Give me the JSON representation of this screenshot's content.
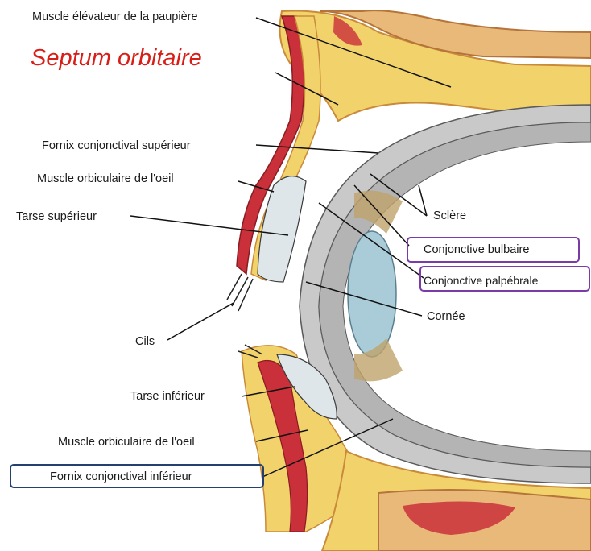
{
  "title": "Septum orbitaire",
  "labels": {
    "muscle_elevateur": "Muscle élévateur de la paupière",
    "fornix_superieur": "Fornix conjonctival supérieur",
    "orbiculaire_superieur": "Muscle orbiculaire de l'oeil",
    "tarse_superieur": "Tarse supérieur",
    "cils": "Cils",
    "tarse_inferieur": "Tarse inférieur",
    "orbiculaire_inferieur": "Muscle orbiculaire de l'oeil",
    "fornix_inferieur": "Fornix conjonctival inférieur",
    "sclere": "Sclère",
    "conjonctive_bulbaire": "Conjonctive bulbaire",
    "conjonctive_palpebrale": "Conjonctive palpébrale",
    "cornee": "Cornée"
  },
  "colors": {
    "title": "#d91e18",
    "highlight_purple": "#7a3aa8",
    "highlight_blue": "#24406e",
    "fat_yellow": "#f2d36b",
    "muscle_red": "#c9303a",
    "bone_tan": "#e9b97a",
    "sclera_gray": "#c9c9c9",
    "lens_blue": "#a9ccd8"
  }
}
